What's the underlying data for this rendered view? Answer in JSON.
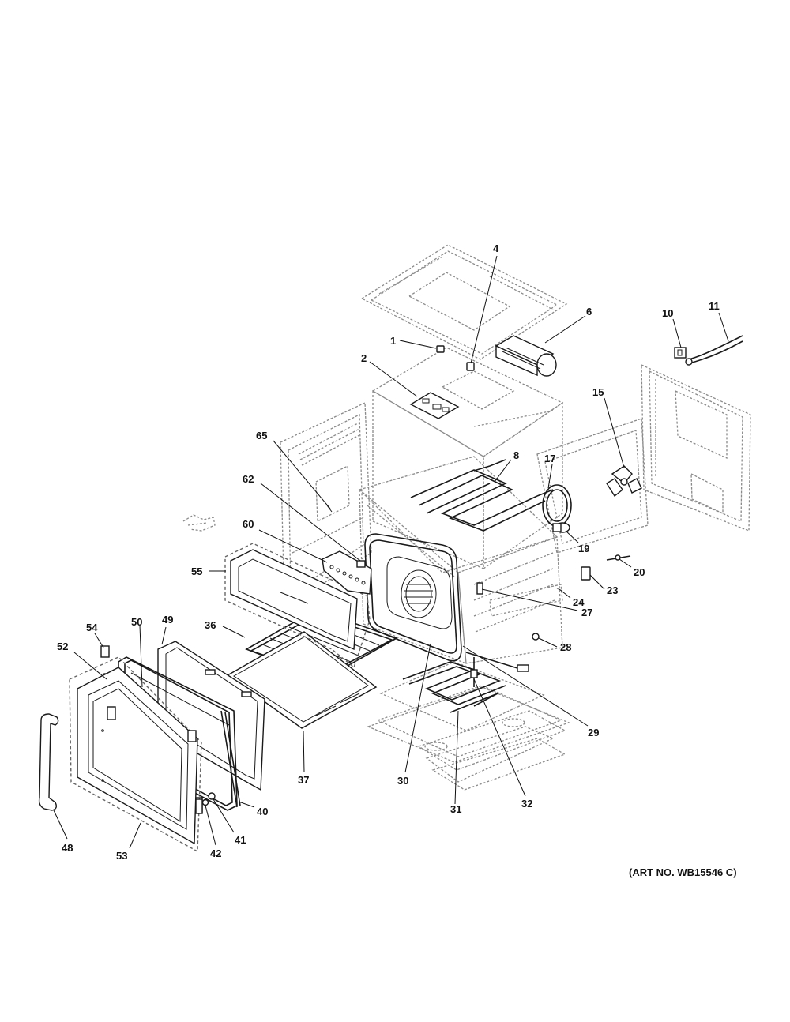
{
  "art_number": "(ART NO. WB15546 C)",
  "callouts": [
    {
      "id": "c1",
      "text": "1"
    },
    {
      "id": "c2",
      "text": "2"
    },
    {
      "id": "c4",
      "text": "4"
    },
    {
      "id": "c6",
      "text": "6"
    },
    {
      "id": "c8",
      "text": "8"
    },
    {
      "id": "c10",
      "text": "10"
    },
    {
      "id": "c11",
      "text": "11"
    },
    {
      "id": "c15",
      "text": "15"
    },
    {
      "id": "c17",
      "text": "17"
    },
    {
      "id": "c19",
      "text": "19"
    },
    {
      "id": "c20",
      "text": "20"
    },
    {
      "id": "c23",
      "text": "23"
    },
    {
      "id": "c24",
      "text": "24"
    },
    {
      "id": "c27",
      "text": "27"
    },
    {
      "id": "c28",
      "text": "28"
    },
    {
      "id": "c29",
      "text": "29"
    },
    {
      "id": "c30",
      "text": "30"
    },
    {
      "id": "c31",
      "text": "31"
    },
    {
      "id": "c32",
      "text": "32"
    },
    {
      "id": "c36",
      "text": "36"
    },
    {
      "id": "c37",
      "text": "37"
    },
    {
      "id": "c40",
      "text": "40"
    },
    {
      "id": "c41",
      "text": "41"
    },
    {
      "id": "c42",
      "text": "42"
    },
    {
      "id": "c48",
      "text": "48"
    },
    {
      "id": "c49",
      "text": "49"
    },
    {
      "id": "c50",
      "text": "50"
    },
    {
      "id": "c52",
      "text": "52"
    },
    {
      "id": "c53",
      "text": "53"
    },
    {
      "id": "c54",
      "text": "54"
    },
    {
      "id": "c55",
      "text": "55"
    },
    {
      "id": "c60",
      "text": "60"
    },
    {
      "id": "c62",
      "text": "62"
    },
    {
      "id": "c65",
      "text": "65"
    }
  ]
}
